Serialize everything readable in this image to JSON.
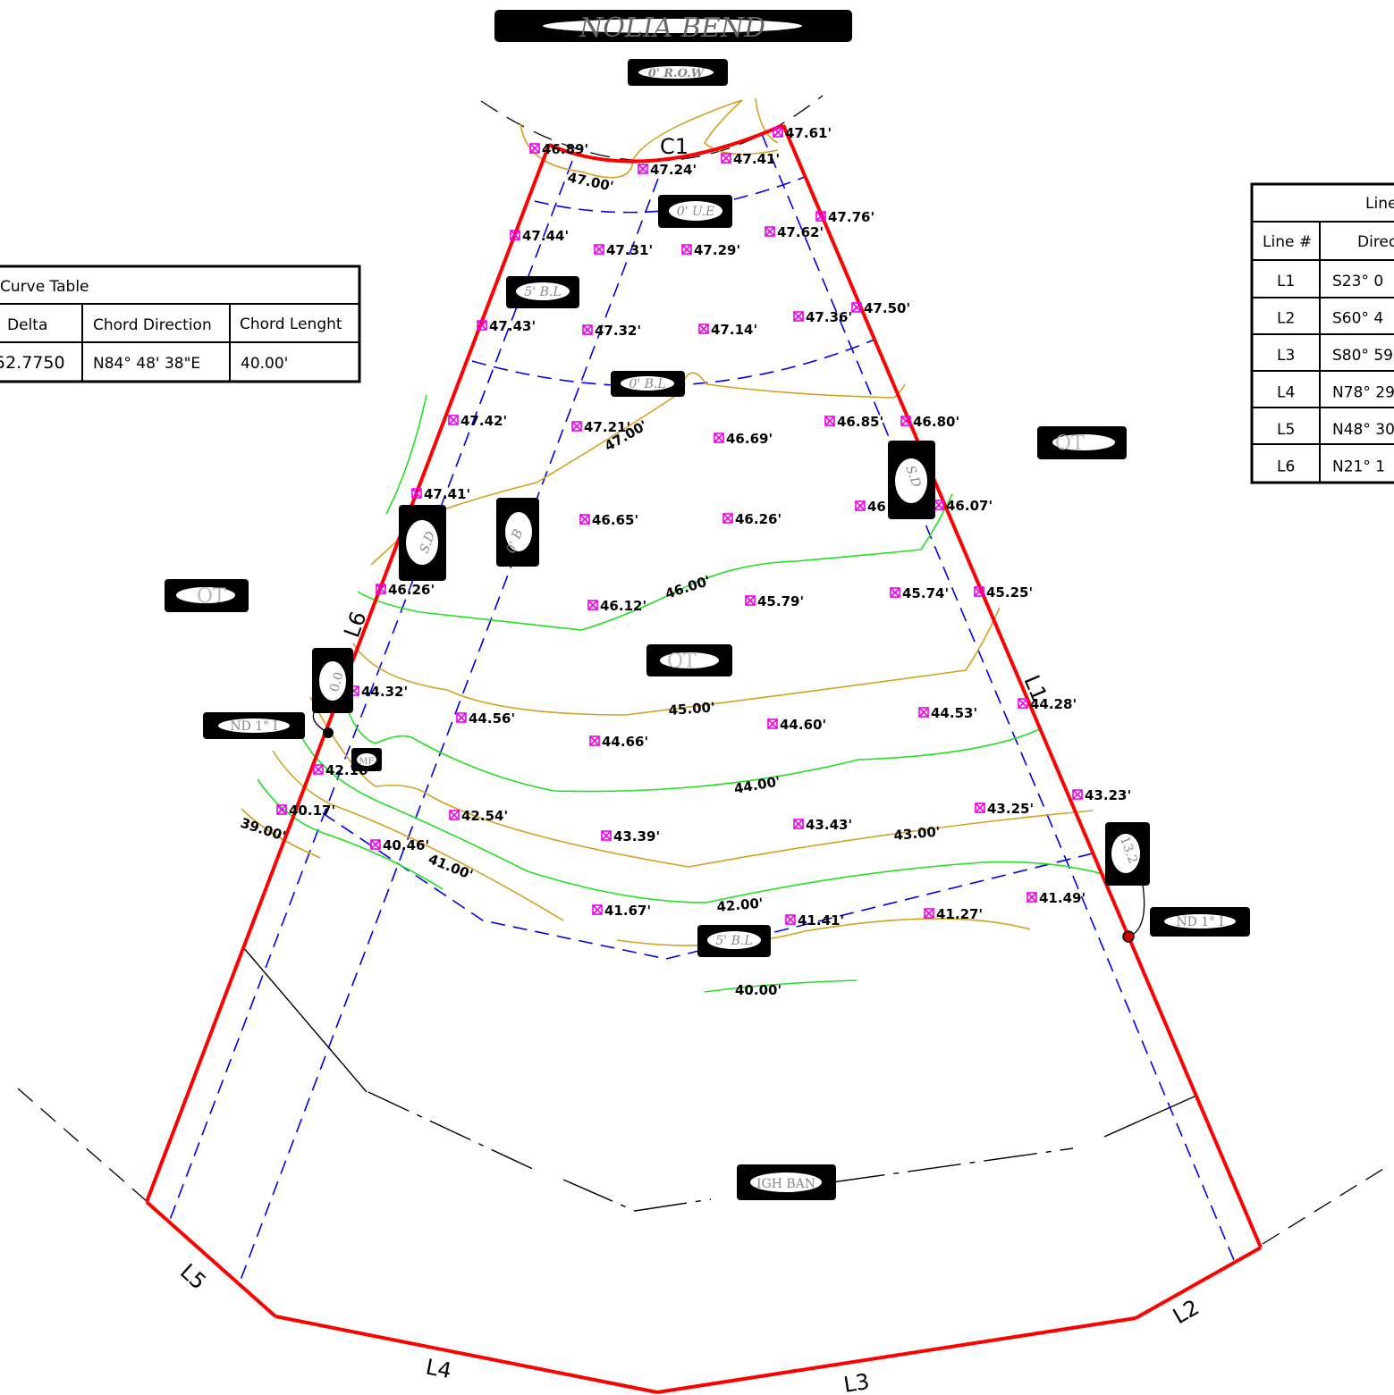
{
  "colors": {
    "boundary": "#ff0000",
    "easement": "#0000e0",
    "contour_major": "#d4a020",
    "contour_minor": "#22e022",
    "spot": "#ee00ee",
    "ink": "#000000"
  },
  "street": {
    "name": "NOLIA  BEND",
    "row": "0'  R.O.W"
  },
  "tags": {
    "ue": "0'  U.E",
    "bl_top": "5'  B.L",
    "bl_mid": "0'  B.L",
    "bl_bottom": "5'  B.L",
    "sd_left": "S.D",
    "sd_right": "S.D",
    "b_rot": "0'  B",
    "ot_left": "OT",
    "ot_center": "OT",
    "ot_right": "OT",
    "fnd_left": "ND  1\"  I",
    "fnd_right": "ND  1\"  I",
    "dim_left": "0.0",
    "dim_right": "13.2",
    "mf": "MF",
    "high_bank": "IGH  BAN"
  },
  "segment_labels": {
    "c1": "C1",
    "l1": "L1",
    "l2": "L2",
    "l3": "L3",
    "l4": "L4",
    "l5": "L5",
    "l6": "L6"
  },
  "contour_labels": {
    "c47a": "47.00'",
    "c47b": "47.00'",
    "c46": "46.00'",
    "c45": "45.00'",
    "c44": "44.00'",
    "c43": "43.00'",
    "c42": "42.00'",
    "c41": "41.00'",
    "c40": "40.00'",
    "c39": "39.00'"
  },
  "spots": {
    "s1": "46.89'",
    "s2": "47.61'",
    "s3": "47.24'",
    "s4": "47.41'",
    "s5": "47.76'",
    "s6": "47.44'",
    "s7": "47.31'",
    "s8": "47.29'",
    "s9": "47.62'",
    "s10": "47.43'",
    "s11": "47.32'",
    "s12": "47.14'",
    "s13": "47.36'",
    "s14": "47.50'",
    "s15": "47.42'",
    "s16": "47.21'",
    "s17": "46.69'",
    "s18": "46.85'",
    "s19": "46.80'",
    "s20": "47.41'",
    "s21": "46.65'",
    "s22": "46.26'",
    "s23": "46",
    "s24": "46.07'",
    "s25": "46.26'",
    "s26": "46.12'",
    "s27": "45.79'",
    "s28": "45.74'",
    "s29": "45.25'",
    "s30": "44.32'",
    "s31": "44.56'",
    "s32": "44.60'",
    "s33": "44.53'",
    "s34": "44.28'",
    "s35": "44.66'",
    "s36": "42.16'",
    "s37": "40.17'",
    "s38": "42.54'",
    "s39": "43.39'",
    "s40": "43.43'",
    "s41": "43.25'",
    "s42": "43.23'",
    "s43": "40.46'",
    "s44": "41.67'",
    "s45": "41.41'",
    "s46": "41.27'",
    "s47": "41.49'"
  },
  "curve_table": {
    "title": "Curve Table",
    "headers": [
      "Delta",
      "Chord Direction",
      "Chord Lenght"
    ],
    "row": [
      "52.7750",
      "N84° 48' 38\"E",
      "40.00'"
    ]
  },
  "line_table": {
    "title": "Line",
    "headers": [
      "Line #",
      "Direc"
    ],
    "rows": [
      [
        "L1",
        "S23° 0"
      ],
      [
        "L2",
        "S60° 4"
      ],
      [
        "L3",
        "S80° 59"
      ],
      [
        "L4",
        "N78° 29"
      ],
      [
        "L5",
        "N48° 30"
      ],
      [
        "L6",
        "N21° 1"
      ]
    ]
  }
}
